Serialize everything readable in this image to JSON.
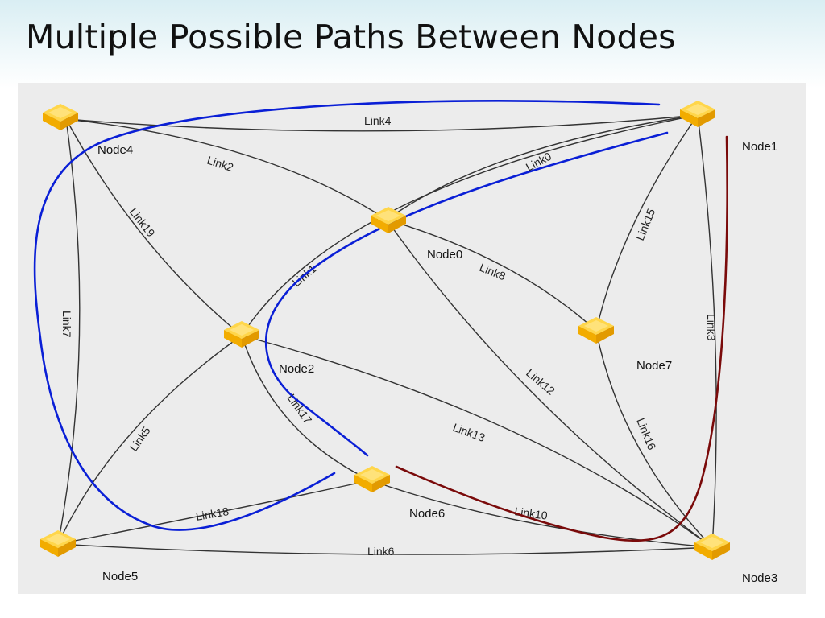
{
  "title": "Multiple Possible Paths Between Nodes",
  "colors": {
    "diagram_background": "#ececec",
    "link": "#333333",
    "node_top": "#ffd64a",
    "node_side": "#f0a800",
    "path_blue": "#0a1fd6",
    "path_red": "#7a0a0a"
  },
  "nodes": [
    {
      "id": "node0",
      "label": "Node0"
    },
    {
      "id": "node1",
      "label": "Node1"
    },
    {
      "id": "node2",
      "label": "Node2"
    },
    {
      "id": "node3",
      "label": "Node3"
    },
    {
      "id": "node4",
      "label": "Node4"
    },
    {
      "id": "node5",
      "label": "Node5"
    },
    {
      "id": "node6",
      "label": "Node6"
    },
    {
      "id": "node7",
      "label": "Node7"
    }
  ],
  "links": [
    {
      "id": "link0",
      "label": "Link0",
      "from": "node2",
      "to": "node1"
    },
    {
      "id": "link1",
      "label": "Link1",
      "from": "node2",
      "to": "node1"
    },
    {
      "id": "link2",
      "label": "Link2",
      "from": "node4",
      "to": "node0"
    },
    {
      "id": "link3",
      "label": "Link3",
      "from": "node1",
      "to": "node3"
    },
    {
      "id": "link4",
      "label": "Link4",
      "from": "node4",
      "to": "node1"
    },
    {
      "id": "link5",
      "label": "Link5",
      "from": "node5",
      "to": "node2"
    },
    {
      "id": "link6",
      "label": "Link6",
      "from": "node5",
      "to": "node3"
    },
    {
      "id": "link7",
      "label": "Link7",
      "from": "node4",
      "to": "node5"
    },
    {
      "id": "link8",
      "label": "Link8",
      "from": "node0",
      "to": "node7"
    },
    {
      "id": "link10",
      "label": "Link10",
      "from": "node6",
      "to": "node3"
    },
    {
      "id": "link12",
      "label": "Link12",
      "from": "node0",
      "to": "node3"
    },
    {
      "id": "link13",
      "label": "Link13",
      "from": "node2",
      "to": "node3"
    },
    {
      "id": "link15",
      "label": "Link15",
      "from": "node1",
      "to": "node7"
    },
    {
      "id": "link16",
      "label": "Link16",
      "from": "node7",
      "to": "node3"
    },
    {
      "id": "link17",
      "label": "Link17",
      "from": "node2",
      "to": "node6"
    },
    {
      "id": "link18",
      "label": "Link18",
      "from": "node5",
      "to": "node6"
    },
    {
      "id": "link19",
      "label": "Link19",
      "from": "node4",
      "to": "node2"
    }
  ],
  "paths": [
    {
      "id": "path-blue-outer",
      "color": "blue",
      "route": [
        "node1",
        "node4",
        "node5",
        "node6"
      ]
    },
    {
      "id": "path-blue-inner",
      "color": "blue",
      "route": [
        "node1",
        "node2",
        "node6"
      ]
    },
    {
      "id": "path-red",
      "color": "red",
      "route": [
        "node1",
        "node3",
        "node6"
      ]
    }
  ]
}
